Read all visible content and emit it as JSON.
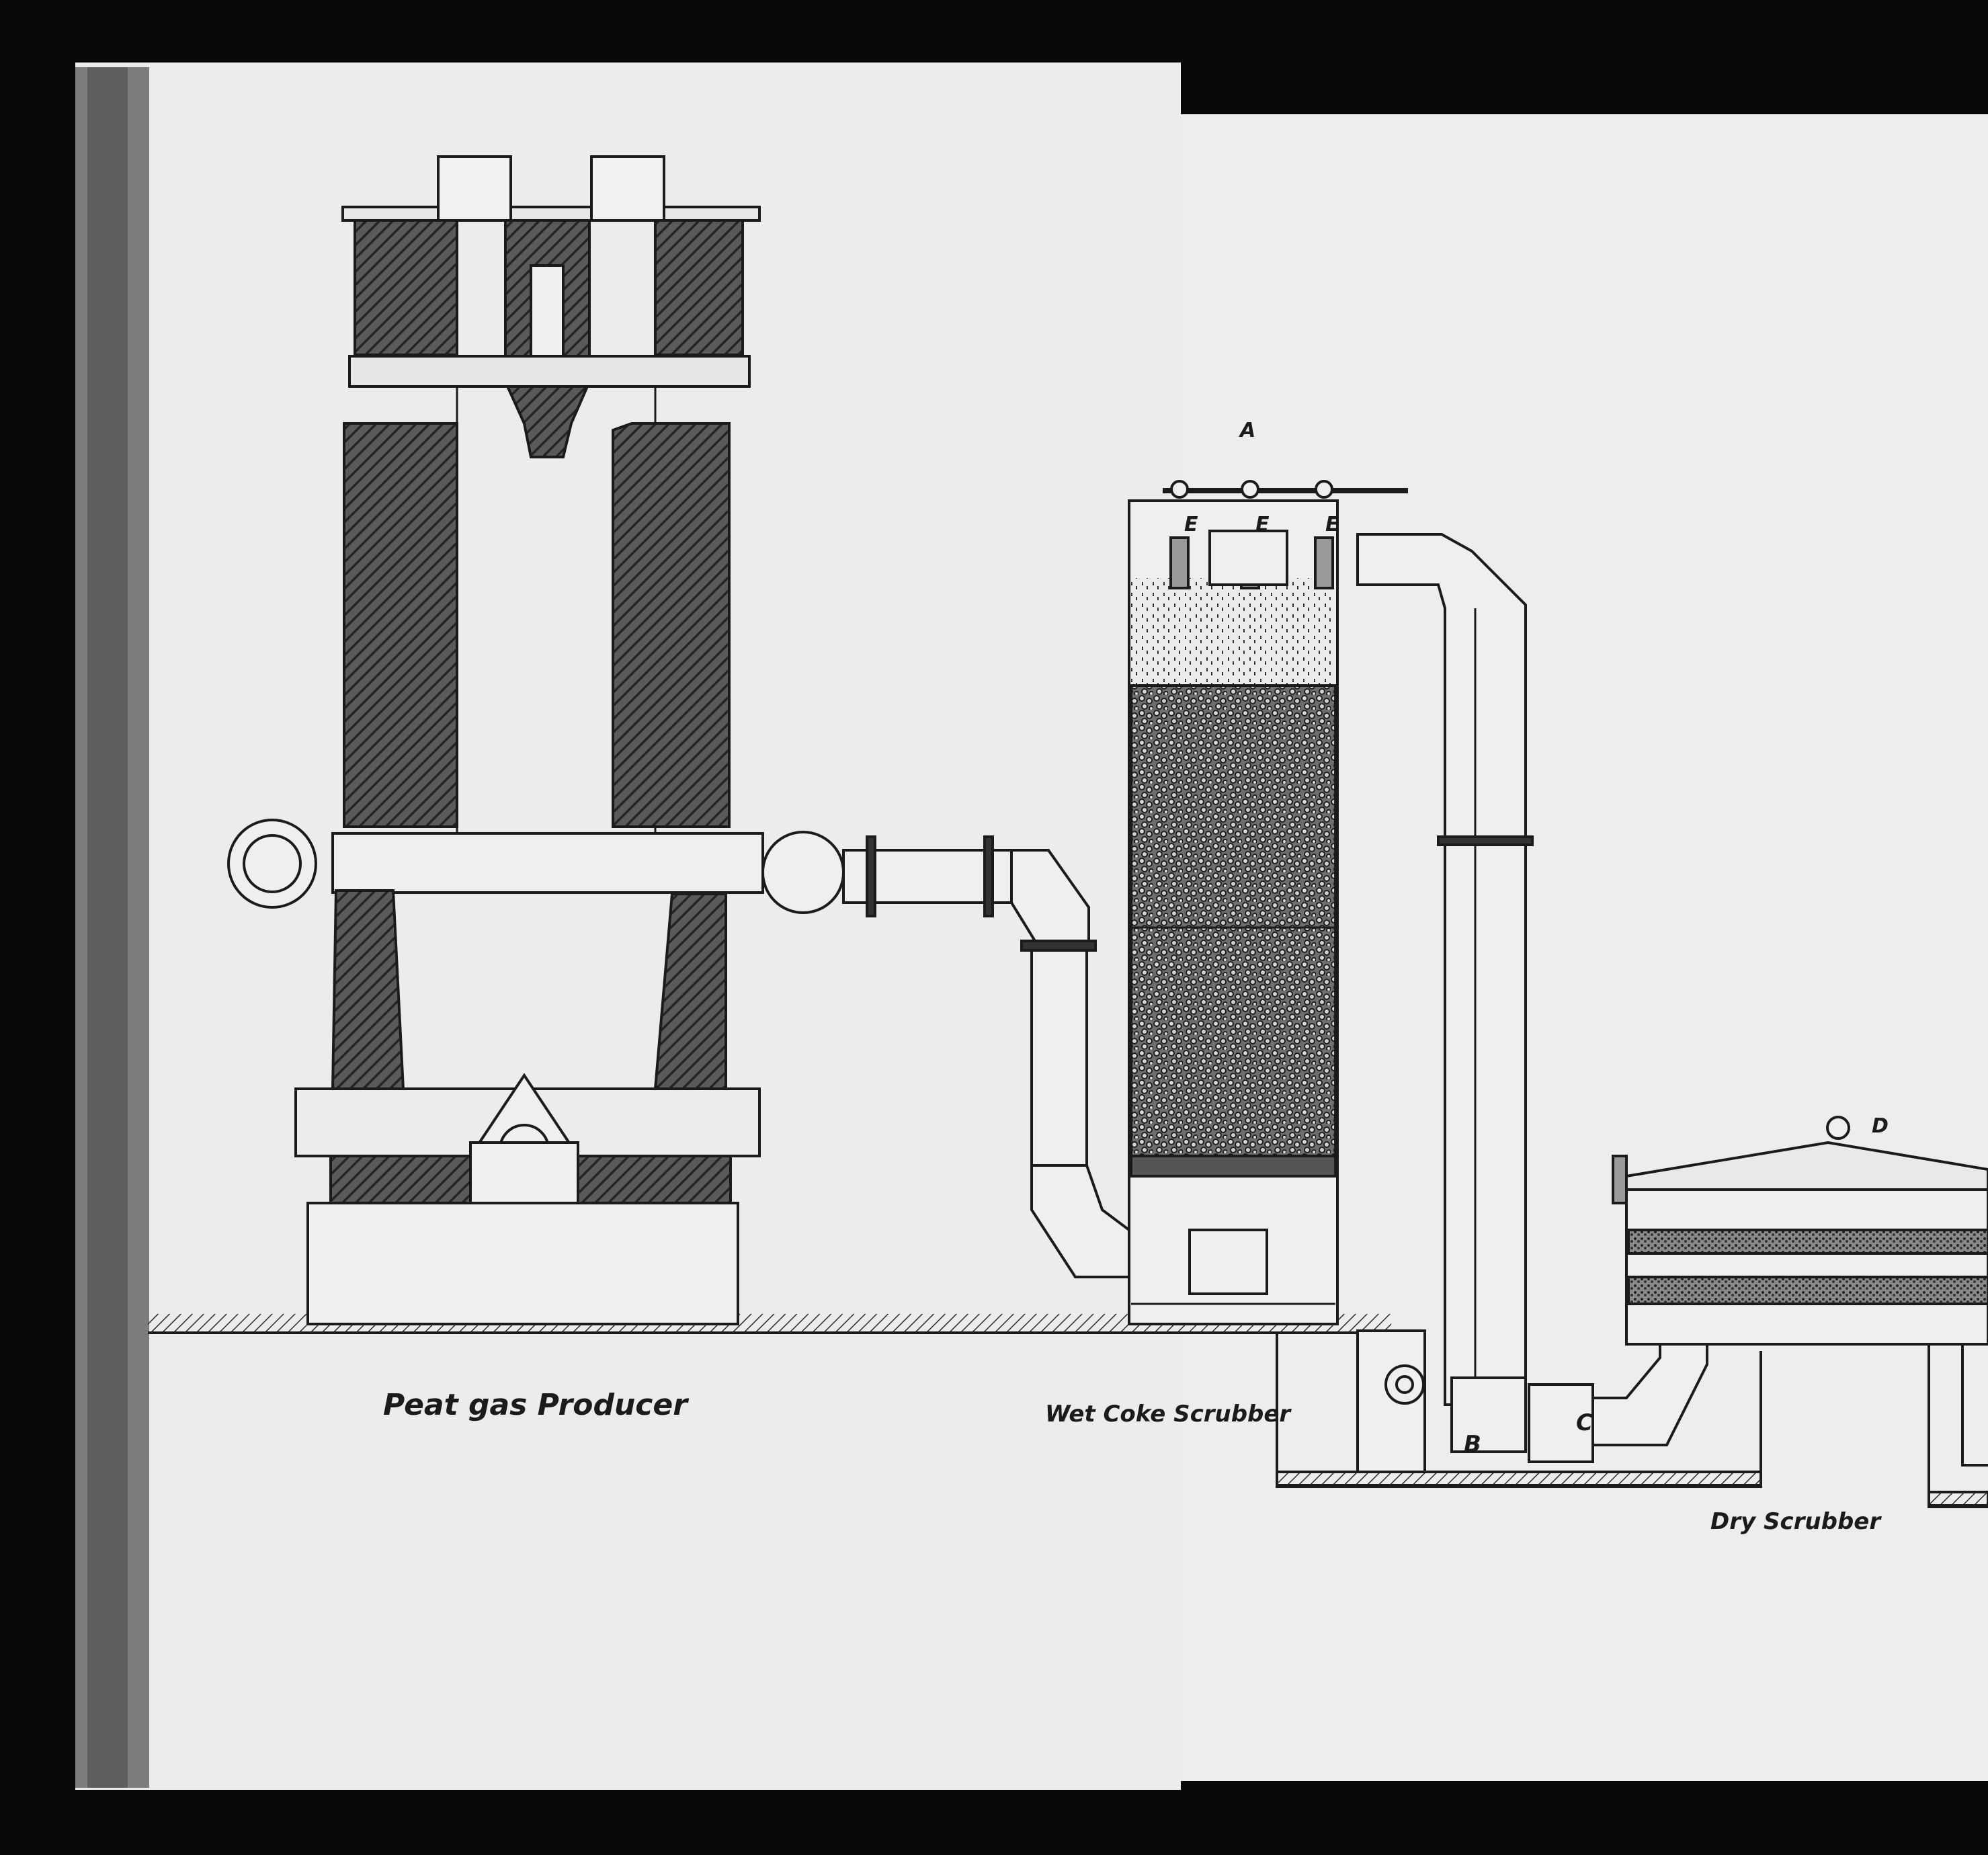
{
  "drawing": {
    "labels": {
      "producer": "Peat gas Producer",
      "wet_scrubber": "Wet Coke Scrubber",
      "dry_scrubber": "Dry Scrubber"
    },
    "letters": {
      "a": "A",
      "b": "B",
      "c": "C",
      "d": "D",
      "e1": "E",
      "e2": "E",
      "e3": "E"
    }
  },
  "colors": {
    "ink": "#1b1b1b",
    "paper": "#ededec",
    "background": "#080808",
    "hatch": "#3a3a3a"
  }
}
